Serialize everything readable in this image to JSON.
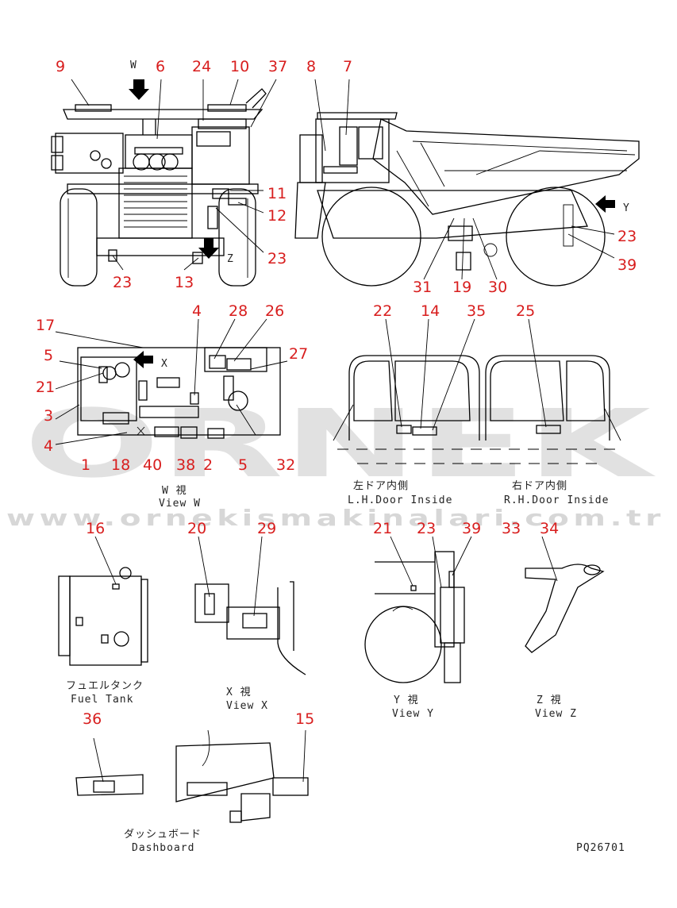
{
  "watermark": {
    "brand": "ORNEK",
    "url": "www.ornekismakinalari.com.tr"
  },
  "drawing_code": "PQ26701",
  "view_arrows": {
    "w": "W",
    "x": "X",
    "y": "Y",
    "z": "Z"
  },
  "callouts": {
    "front": [
      "9",
      "6",
      "24",
      "10",
      "37",
      "11",
      "12",
      "23",
      "23",
      "13"
    ],
    "side": [
      "8",
      "7",
      "23",
      "39",
      "31",
      "19",
      "30"
    ],
    "view_w": [
      "17",
      "5",
      "21",
      "3",
      "4",
      "4",
      "28",
      "26",
      "27",
      "1",
      "18",
      "40",
      "38",
      "2",
      "5",
      "32"
    ],
    "doors": [
      "22",
      "14",
      "35",
      "25"
    ],
    "view_y": [
      "21",
      "23",
      "39"
    ],
    "view_z": [
      "33",
      "34"
    ],
    "misc": [
      "16",
      "20",
      "29",
      "36",
      "15"
    ]
  },
  "captions": {
    "view_w_jp": "W 視",
    "view_w_en": "View W",
    "lh_door_jp": "左ドア内側",
    "lh_door_en": "L.H.Door Inside",
    "rh_door_jp": "右ドア内側",
    "rh_door_en": "R.H.Door Inside",
    "fuel_tank_jp": "フュエルタンク",
    "fuel_tank_en": "Fuel Tank",
    "view_x_jp": "X 視",
    "view_x_en": "View X",
    "view_y_jp": "Y 視",
    "view_y_en": "View Y",
    "view_z_jp": "Z 視",
    "view_z_en": "View Z",
    "dashboard_jp": "ダッシュボード",
    "dashboard_en": "Dashboard"
  }
}
